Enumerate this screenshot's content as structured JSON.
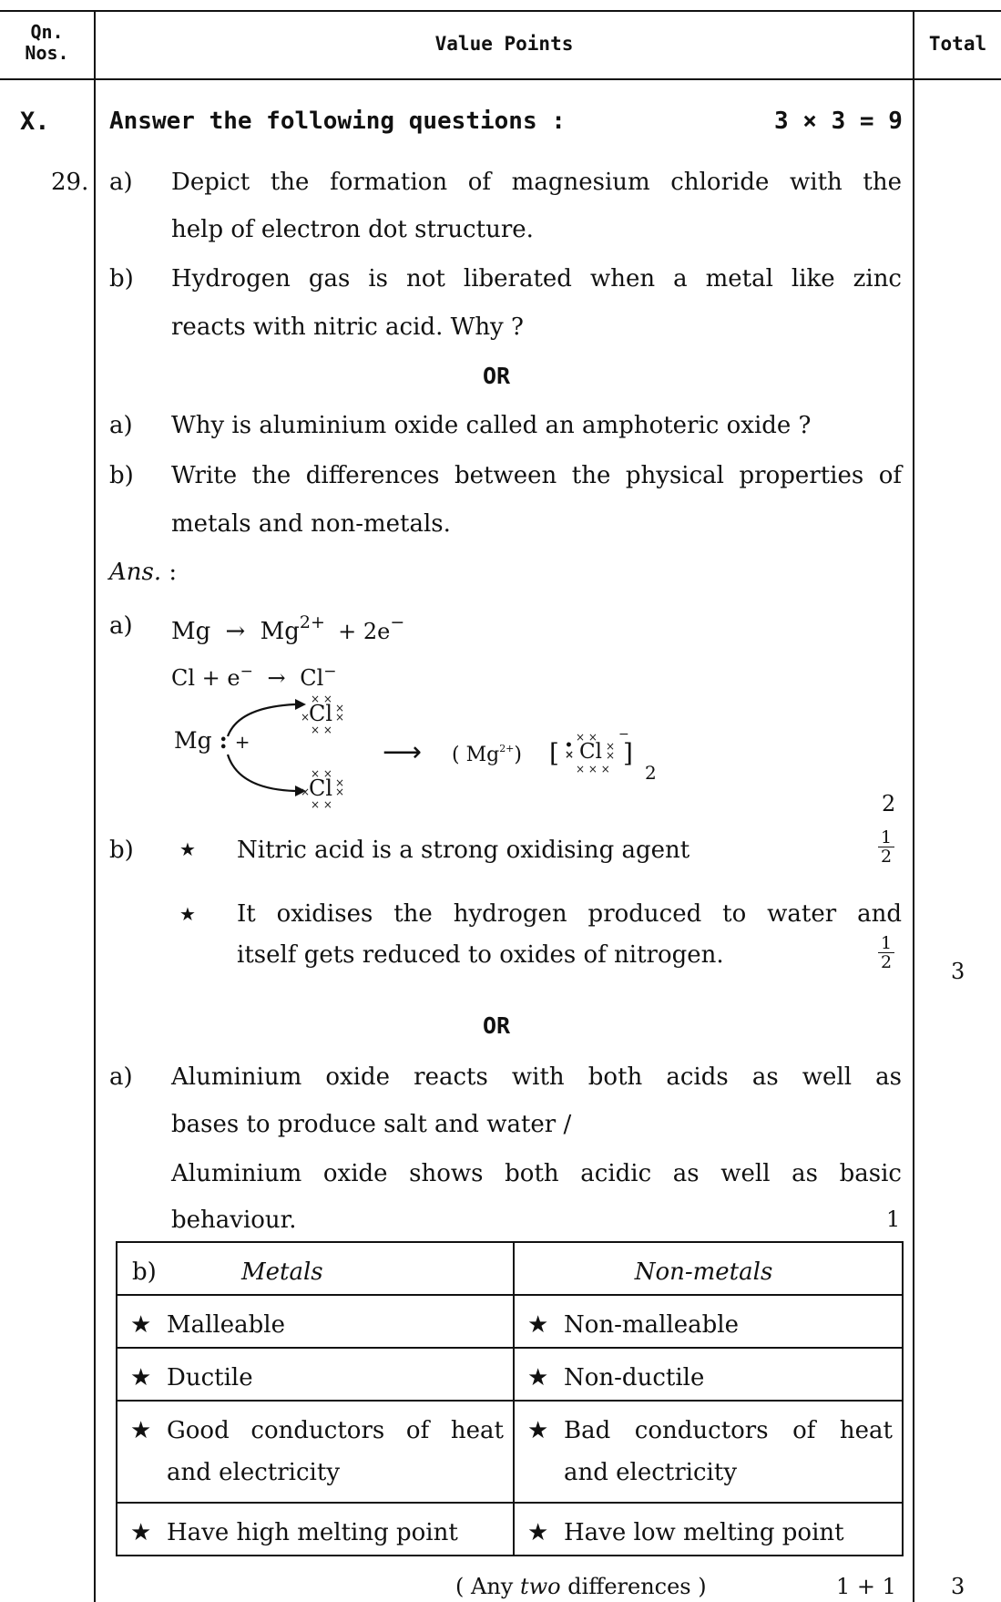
{
  "header": {
    "qn_line1": "Qn.",
    "qn_line2": "Nos.",
    "value_points": "Value Points",
    "total": "Total"
  },
  "section": {
    "label": "X.",
    "instruction": "Answer the following questions :",
    "marks": "3 × 3 = 9"
  },
  "question": {
    "number": "29.",
    "a_label": "a)",
    "a_line1": "Depict the formation of magnesium chloride with the",
    "a_line2": "help of electron dot structure.",
    "b_label": "b)",
    "b_line1": "Hydrogen gas is not liberated when a metal like zinc",
    "b_line2": "reacts with nitric acid. Why ?",
    "or": "OR",
    "alt_a_label": "a)",
    "alt_a": "Why is aluminium oxide called an amphoteric oxide ?",
    "alt_b_label": "b)",
    "alt_b_line1": "Write the differences between the physical properties of",
    "alt_b_line2": "metals and non-metals."
  },
  "answer": {
    "ans_label": "Ans.",
    "ans_colon": " :",
    "a_label": "a)",
    "eq1_left": "Mg",
    "eq1_arrow": "→",
    "eq1_right": "Mg",
    "eq1_sup": "2+",
    "eq1_tail": "+ 2e",
    "eq1_minus": "−",
    "eq2_left": "Cl + e",
    "eq2_minus": "−",
    "eq2_arrow": "→",
    "eq2_right": "Cl",
    "eq2_sup": "−",
    "dot_mg": "Mg",
    "dot_colon": ":",
    "dot_plus": "+",
    "dot_cl": "Cl",
    "dot_arrow": "⟶",
    "dot_product_open": "( Mg",
    "dot_product_sup": "2+",
    "dot_product_close": ")",
    "dot_bracket_open": "[",
    "dot_bracket_close": "]",
    "dot_bracket_sup": "−",
    "dot_subscript": "2",
    "a_marks": "2",
    "b_label": "b)",
    "star": "★",
    "b_point1": "Nitric acid is a strong oxidising agent",
    "b_point2_line1": "It oxidises the hydrogen produced to water and",
    "b_point2_line2": "itself gets reduced to oxides of nitrogen.",
    "half_num": "1",
    "half_den": "2",
    "total_1": "3",
    "or": "OR",
    "alt_a_label": "a)",
    "alt_a_line1": "Aluminium oxide reacts with both acids as well as",
    "alt_a_line2": "bases to produce salt and water /",
    "alt_a_line3": "Aluminium oxide shows both acidic as well as basic",
    "alt_a_line4": "behaviour.",
    "alt_a_marks": "1",
    "table": {
      "b_label": "b)",
      "col_metals": "Metals",
      "col_nonmetals": "Non-metals",
      "rows": [
        {
          "metal": "Malleable",
          "nonmetal": "Non-malleable"
        },
        {
          "metal": "Ductile",
          "nonmetal": "Non-ductile"
        },
        {
          "metal_l1": "Good conductors of heat",
          "metal_l2": "and electricity",
          "nonmetal_l1": "Bad conductors of heat",
          "nonmetal_l2": "and electricity"
        },
        {
          "metal": "Have high melting point",
          "nonmetal": "Have low melting point"
        }
      ]
    },
    "footer_pre": "( Any ",
    "footer_em": "two",
    "footer_post": " differences )",
    "footer_marks": "1 + 1",
    "total_2": "3"
  }
}
